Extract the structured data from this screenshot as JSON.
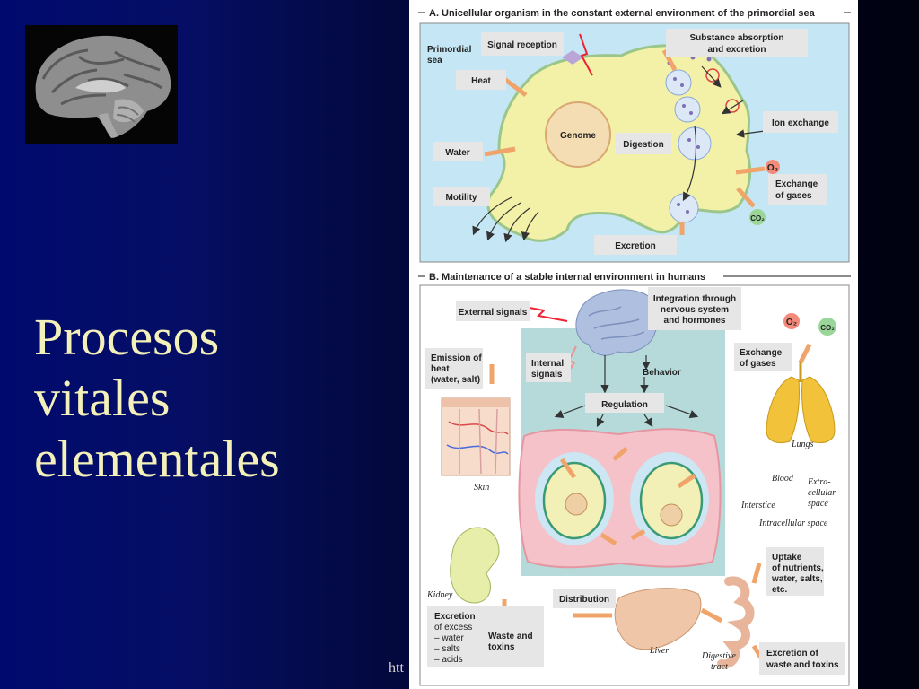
{
  "slide": {
    "title_lines": [
      "Procesos",
      "vitales",
      "elementales"
    ],
    "url_fragment": "htt"
  },
  "panel_a": {
    "title": "A. Unicellular organism in the constant external environment of the primordial sea",
    "primordial_sea_line1": "Primordial",
    "primordial_sea_line2": "sea",
    "signal_reception": "Signal reception",
    "substance_line1": "Substance absorption",
    "substance_line2": "and excretion",
    "heat": "Heat",
    "genome": "Genome",
    "ion_exchange": "Ion exchange",
    "water": "Water",
    "digestion": "Digestion",
    "o2": "O₂",
    "exchange_line1": "Exchange",
    "exchange_line2": "of gases",
    "motility": "Motility",
    "co2": "CO₂",
    "excretion": "Excretion"
  },
  "panel_b": {
    "title": "B. Maintenance of a stable internal environment in humans",
    "external_signals": "External signals",
    "integration_line1": "Integration through",
    "integration_line2": "nervous system",
    "integration_line3": "and hormones",
    "o2": "O₂",
    "co2": "CO₂",
    "emission_line1": "Emission of",
    "emission_line2": "heat",
    "emission_line3": "(water, salt)",
    "internal_line1": "Internal",
    "internal_line2": "signals",
    "behavior": "Behavior",
    "exchange_line1": "Exchange",
    "exchange_line2": "of gases",
    "regulation": "Regulation",
    "skin": "Skin",
    "lungs": "Lungs",
    "blood": "Blood",
    "extra_line1": "Extra-",
    "extra_line2": "cellular",
    "extra_line3": "space",
    "interstice": "Interstice",
    "intracellular": "Intracellular space",
    "kidney": "Kidney",
    "uptake_line1": "Uptake",
    "uptake_line2": "of nutrients,",
    "uptake_line3": "water, salts,",
    "uptake_line4": "etc.",
    "distribution": "Distribution",
    "excretion_line1": "Excretion",
    "excretion_line2": "of excess",
    "excretion_line3": "– water",
    "excretion_line4": "– salts",
    "excretion_line5": "– acids",
    "waste_line1": "Waste and",
    "waste_line2": "toxins",
    "liver": "Liver",
    "digestive_line1": "Digestive",
    "digestive_line2": "tract",
    "excr_waste_line1": "Excretion of",
    "excr_waste_line2": "waste and toxins"
  }
}
